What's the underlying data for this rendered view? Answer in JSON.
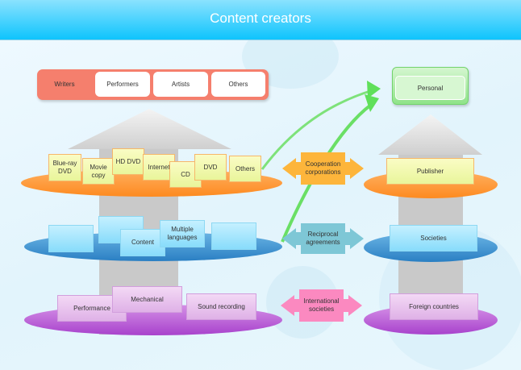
{
  "header": {
    "title": "Content creators"
  },
  "tabs": [
    {
      "label": "Writers",
      "active": true
    },
    {
      "label": "Performers",
      "active": false
    },
    {
      "label": "Artists",
      "active": false
    },
    {
      "label": "Others",
      "active": false
    }
  ],
  "left_stack": {
    "media_layer": [
      "Blue-ray\nDVD",
      "Movie\ncopy",
      "HD DVD",
      "Internet",
      "CD",
      "DVD",
      "Others"
    ],
    "content_layer": [
      "",
      "",
      "Content",
      "Multiple\nlanguages",
      ""
    ],
    "rights_layer": [
      "Performance",
      "Mechanical",
      "Sound recording"
    ]
  },
  "connectors": [
    {
      "label": "Cooperation\ncorporations",
      "color": "#fdb53b"
    },
    {
      "label": "Reciprocal\nagreements",
      "color": "#7ec7d6"
    },
    {
      "label": "International\nsocieties",
      "color": "#fb89c0"
    }
  ],
  "right_stack": {
    "top": "Personal",
    "layers": [
      "Publisher",
      "Societies",
      "Foreign countries"
    ]
  },
  "colors": {
    "orange_disc": "#fd8f2a",
    "blue_disc": "#2f86c8",
    "purple_disc": "#b24fd0",
    "green_arrow": "#5fe05a",
    "header": "#0ec4fd"
  }
}
